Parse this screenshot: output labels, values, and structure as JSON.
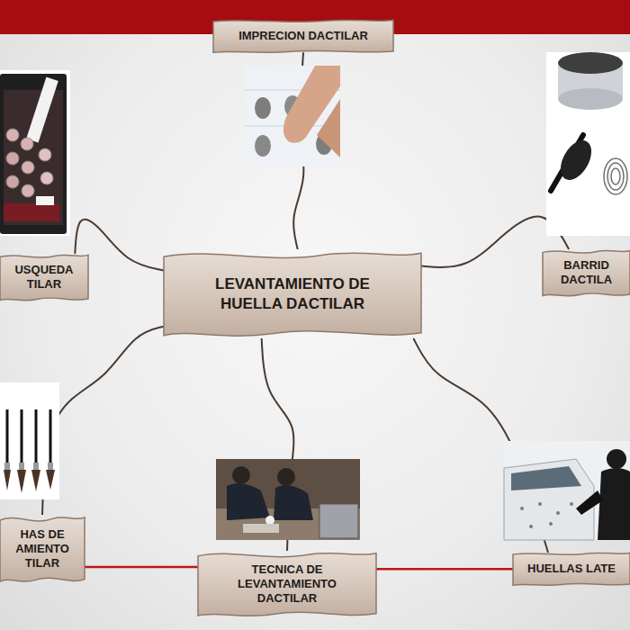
{
  "diagram": {
    "nodes": [
      {
        "text": [
          "IMPRECION DACTILAR"
        ]
      },
      {
        "text": [
          "USQUEDA TILAR"
        ]
      },
      {
        "text": [
          "LEVANTAMIENTO DE HUELLA DACTILAR"
        ]
      },
      {
        "text": [
          "BARRID DACTILA"
        ]
      },
      {
        "text": [
          "HAS DE AMIENTO TILAR"
        ]
      },
      {
        "text": [
          "TECNICA DE LEVANTAMIENTO DACTILAR"
        ]
      },
      {
        "text": [
          "HUELLAS LATE"
        ]
      }
    ],
    "edges": [
      {
        "from": 2,
        "to": 0,
        "arrow": "none"
      },
      {
        "from": 2,
        "to": 1,
        "arrow": "none"
      },
      {
        "from": 2,
        "to": 3,
        "arrow": "none"
      },
      {
        "from": 2,
        "to": 4,
        "arrow": "none"
      },
      {
        "from": 2,
        "to": 5,
        "arrow": "none"
      },
      {
        "from": 2,
        "to": 6,
        "arrow": "none"
      },
      {
        "from": 4,
        "to": 5,
        "arrow": "none"
      },
      {
        "from": 5,
        "to": 6,
        "arrow": "none"
      }
    ]
  }
}
